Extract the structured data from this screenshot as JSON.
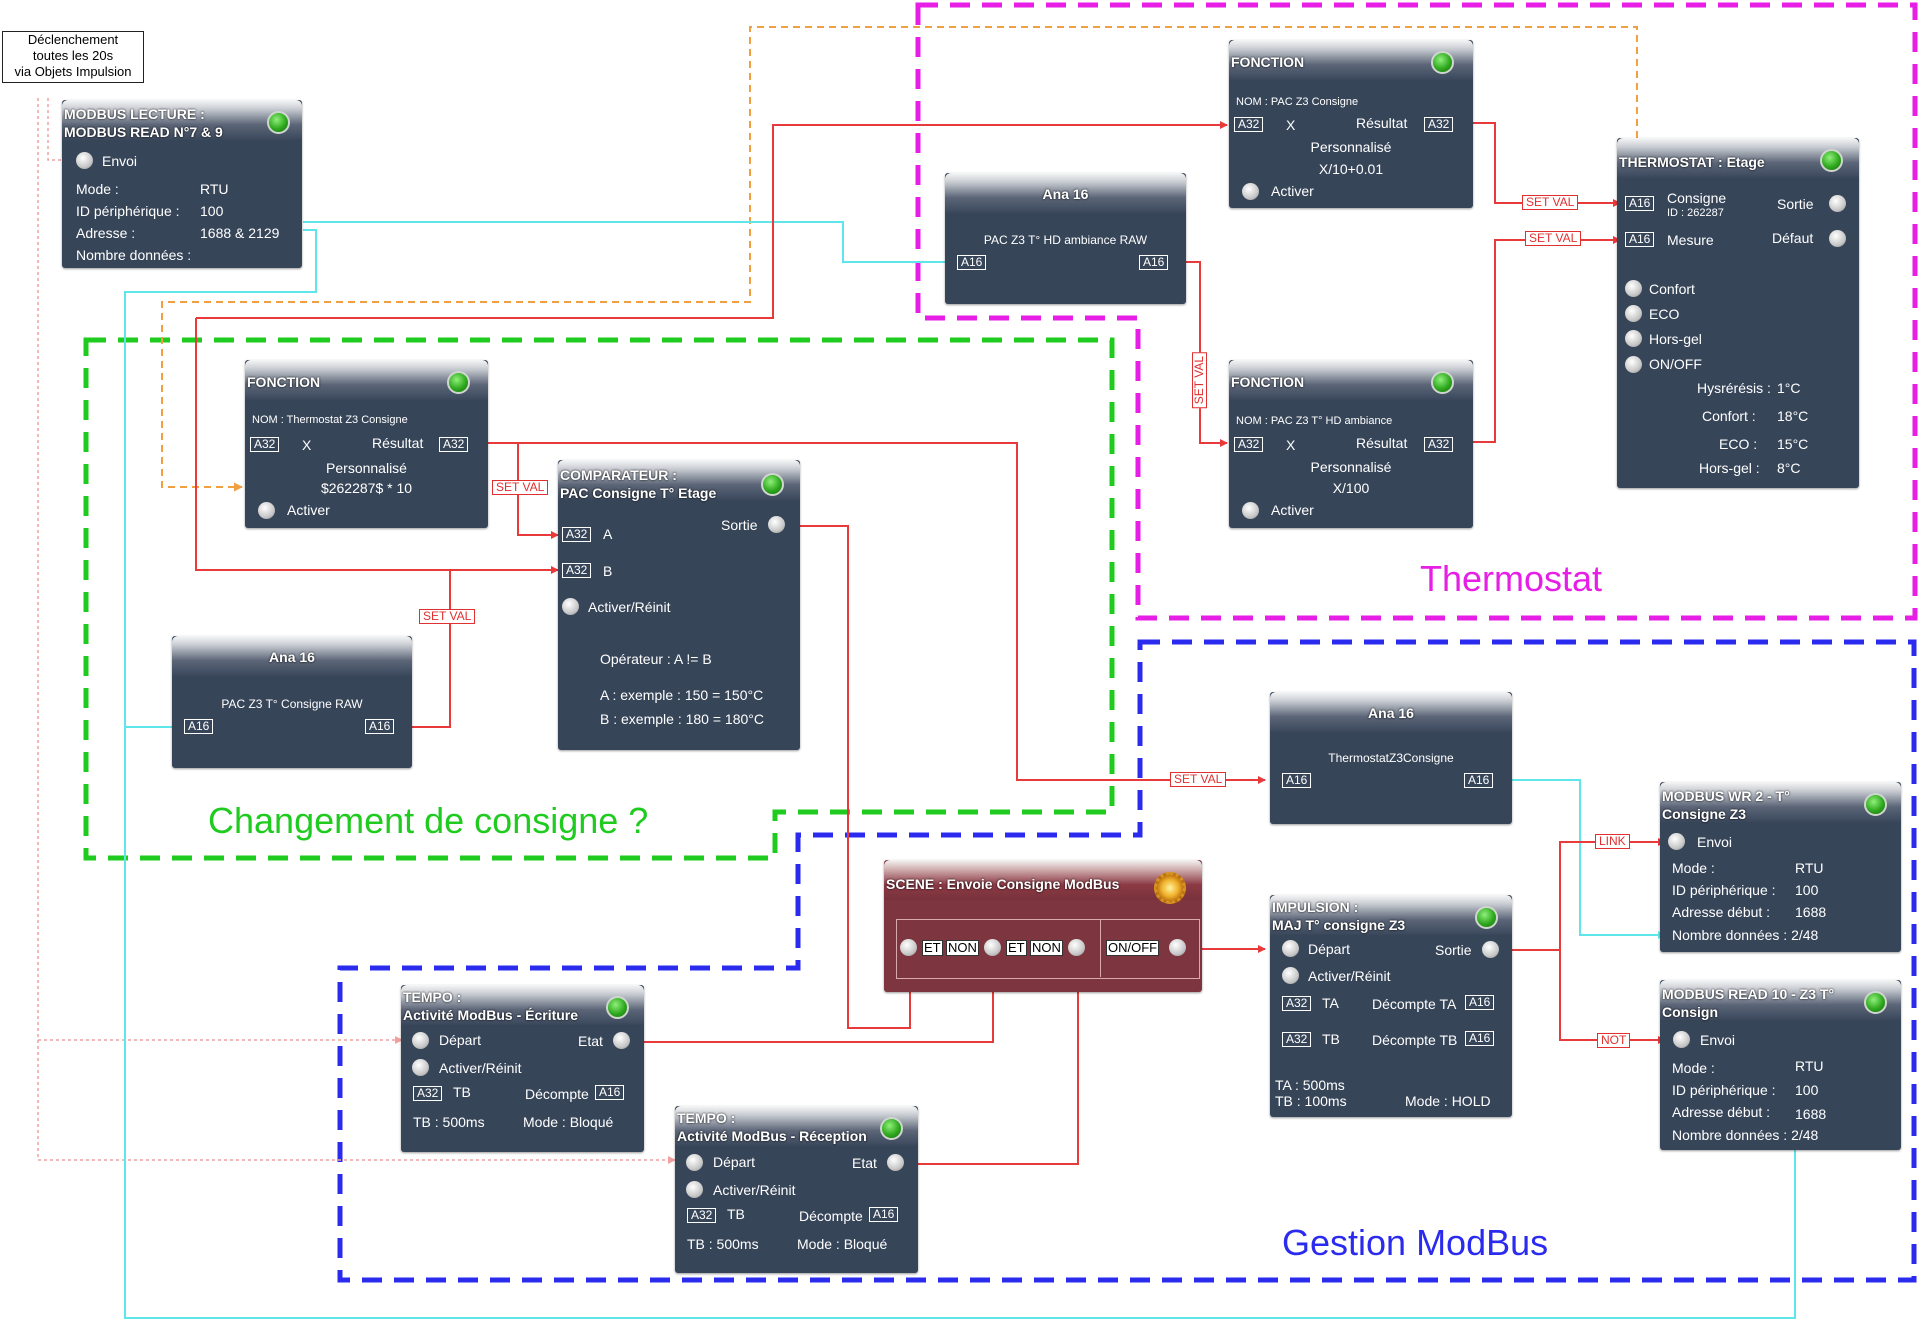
{
  "note": {
    "line1": "Déclenchement",
    "line2": "toutes les 20s",
    "line3": "via Objets Impulsion"
  },
  "zones": {
    "thermostat": "Thermostat",
    "consigne": "Changement de consigne ?",
    "modbus": "Gestion ModBus"
  },
  "colors": {
    "magenta": "#e61ee6",
    "green": "#1ecb1e",
    "blue": "#2b2bf0",
    "orange": "#f0a040",
    "red": "#e83a3a",
    "cyan": "#5fe6ea",
    "pink": "#f0a0a0"
  },
  "labels": {
    "set_val": "SET VAL",
    "link": "LINK",
    "not": "NOT"
  },
  "modbus_read": {
    "title1": "MODBUS LECTURE :",
    "title2": "MODBUS READ N°7 & 9",
    "envoi": "Envoi",
    "mode_k": "Mode :",
    "mode_v": "RTU",
    "id_k": "ID périphérique :",
    "id_v": "100",
    "addr_k": "Adresse :",
    "addr_v": "1688 & 2129",
    "nb_k": "Nombre données :"
  },
  "ana_raw": {
    "title": "Ana 16",
    "desc": "PAC Z3 T° HD ambiance RAW",
    "in": "A16",
    "out": "A16"
  },
  "fn_consigne": {
    "title": "FONCTION",
    "name": "NOM : PAC Z3 Consigne",
    "in": "A32",
    "x": "X",
    "res": "Résultat",
    "out": "A32",
    "perso": "Personnalisé",
    "formula": "X/10+0.01",
    "activer": "Activer"
  },
  "fn_ambiance": {
    "title": "FONCTION",
    "name": "NOM : PAC Z3 T° HD ambiance",
    "in": "A32",
    "x": "X",
    "res": "Résultat",
    "out": "A32",
    "perso": "Personnalisé",
    "formula": "X/100",
    "activer": "Activer"
  },
  "thermostat": {
    "title": "THERMOSTAT : Etage",
    "in1": "A16",
    "consigne": "Consigne",
    "consigne_id": "ID : 262287",
    "sortie": "Sortie",
    "in2": "A16",
    "mesure": "Mesure",
    "defaut": "Défaut",
    "confort": "Confort",
    "eco": "ECO",
    "horsgel": "Hors-gel",
    "onoff": "ON/OFF",
    "hyst_k": "Hysrérésis :",
    "hyst_v": "1°C",
    "conf_k": "Confort :",
    "conf_v": "18°C",
    "eco_k": "ECO :",
    "eco_v": "15°C",
    "hg_k": "Hors-gel :",
    "hg_v": "8°C"
  },
  "fn_thermo": {
    "title": "FONCTION",
    "name": "NOM : Thermostat Z3 Consigne",
    "in": "A32",
    "x": "X",
    "res": "Résultat",
    "out": "A32",
    "perso": "Personnalisé",
    "formula": "$262287$ * 10",
    "activer": "Activer"
  },
  "comparateur": {
    "title1": "COMPARATEUR :",
    "title2": "PAC Consigne T° Etage",
    "sortie": "Sortie",
    "ina": "A32",
    "a": "A",
    "inb": "A32",
    "b": "B",
    "activer": "Activer/Réinit",
    "op": "Opérateur :   A != B",
    "exa": "A :   exemple : 150 = 150°C",
    "exb": "B :   exemple : 180 = 180°C"
  },
  "ana_consigne_raw": {
    "title": "Ana 16",
    "desc": "PAC Z3 T° Consigne RAW",
    "in": "A16",
    "out": "A16"
  },
  "ana_thermo": {
    "title": "Ana 16",
    "desc": "ThermostatZ3Consigne",
    "in": "A16",
    "out": "A16"
  },
  "modbus_wr": {
    "title1": "MODBUS WR 2 - T°",
    "title2": "Consigne Z3",
    "envoi": "Envoi",
    "mode_k": "Mode :",
    "mode_v": "RTU",
    "id_k": "ID périphérique :",
    "id_v": "100",
    "addr_k": "Adresse début :",
    "addr_v": "1688",
    "nb_k": "Nombre données : 2/48"
  },
  "modbus_rd10": {
    "title1": "MODBUS READ 10 - Z3 T°",
    "title2": "Consign",
    "envoi": "Envoi",
    "mode_k": "Mode :",
    "mode_v": "RTU",
    "id_k": "ID périphérique :",
    "id_v": "100",
    "addr_k": "Adresse début :",
    "addr_v": "1688",
    "nb_k": "Nombre données : 2/48"
  },
  "scene": {
    "title": "SCENE : Envoie Consigne ModBus",
    "et": "ET",
    "non": "NON",
    "onoff": "ON/OFF"
  },
  "impulsion": {
    "title1": "IMPULSION :",
    "title2": "MAJ T° consigne Z3",
    "depart": "Départ",
    "sortie": "Sortie",
    "activer": "Activer/Réinit",
    "ta_in": "A32",
    "ta": "TA",
    "dec_ta": "Décompte TA",
    "dec_ta_out": "A16",
    "tb_in": "A32",
    "tb": "TB",
    "dec_tb": "Décompte TB",
    "dec_tb_out": "A16",
    "ta_v": "TA : 500ms",
    "tb_v": "TB : 100ms",
    "mode": "Mode : HOLD"
  },
  "tempo_ecr": {
    "title1": "TEMPO :",
    "title2": "Activité ModBus - Écriture",
    "depart": "Départ",
    "etat": "Etat",
    "activer": "Activer/Réinit",
    "tb_in": "A32",
    "tb": "TB",
    "dec": "Décompte",
    "dec_out": "A16",
    "tb_v": "TB : 500ms",
    "mode": "Mode : Bloqué"
  },
  "tempo_rec": {
    "title1": "TEMPO :",
    "title2": "Activité ModBus - Réception",
    "depart": "Départ",
    "etat": "Etat",
    "activer": "Activer/Réinit",
    "tb_in": "A32",
    "tb": "TB",
    "dec": "Décompte",
    "dec_out": "A16",
    "tb_v": "TB : 500ms",
    "mode": "Mode : Bloqué"
  }
}
